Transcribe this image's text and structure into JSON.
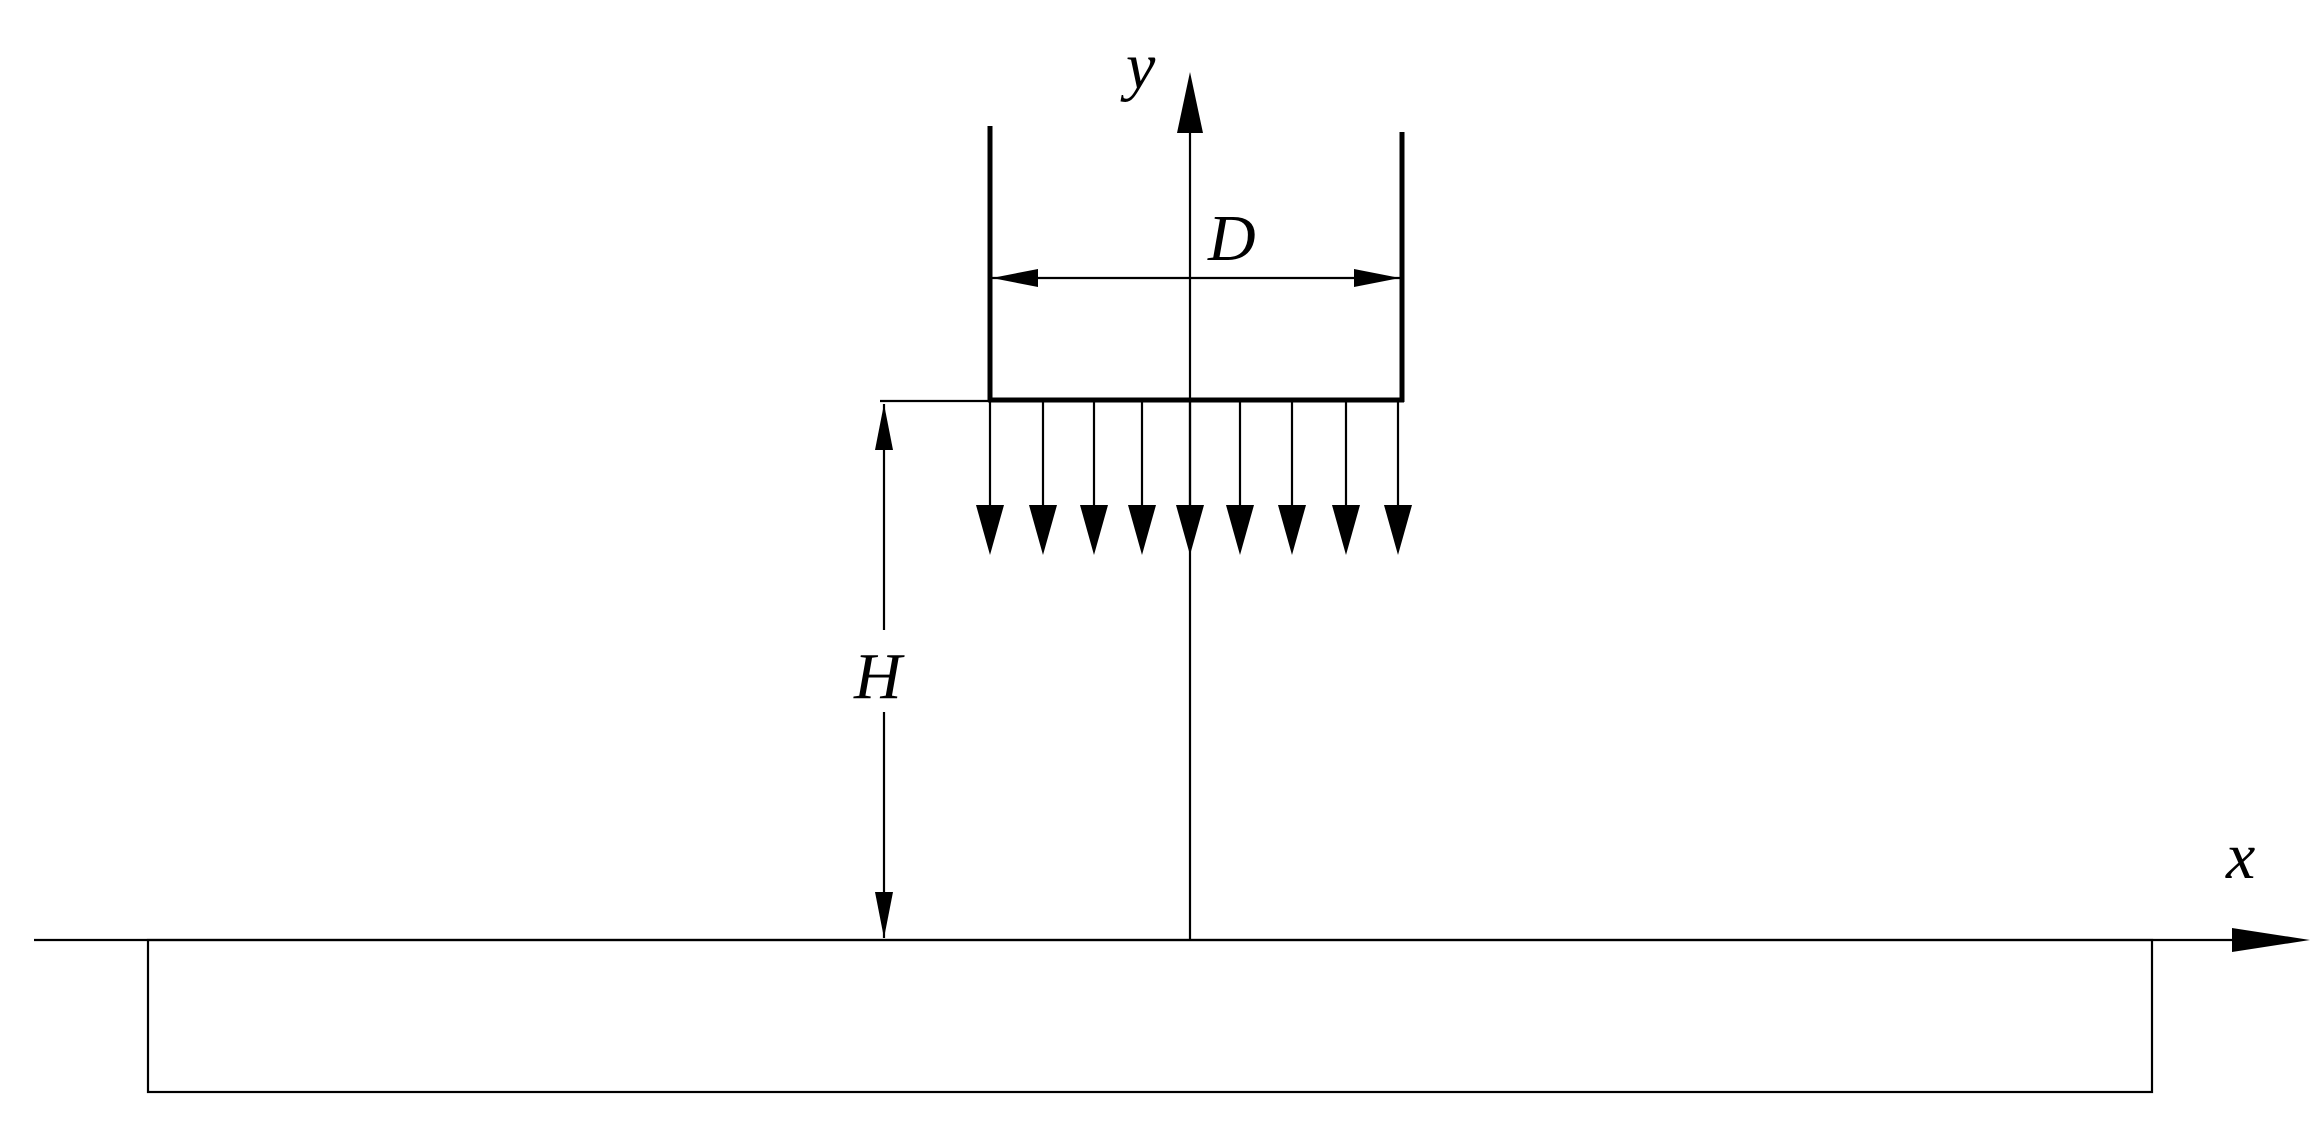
{
  "labels": {
    "y_axis": "y",
    "x_axis": "x",
    "diameter": "D",
    "height": "H"
  },
  "jet": {
    "arrow_count": 9
  }
}
